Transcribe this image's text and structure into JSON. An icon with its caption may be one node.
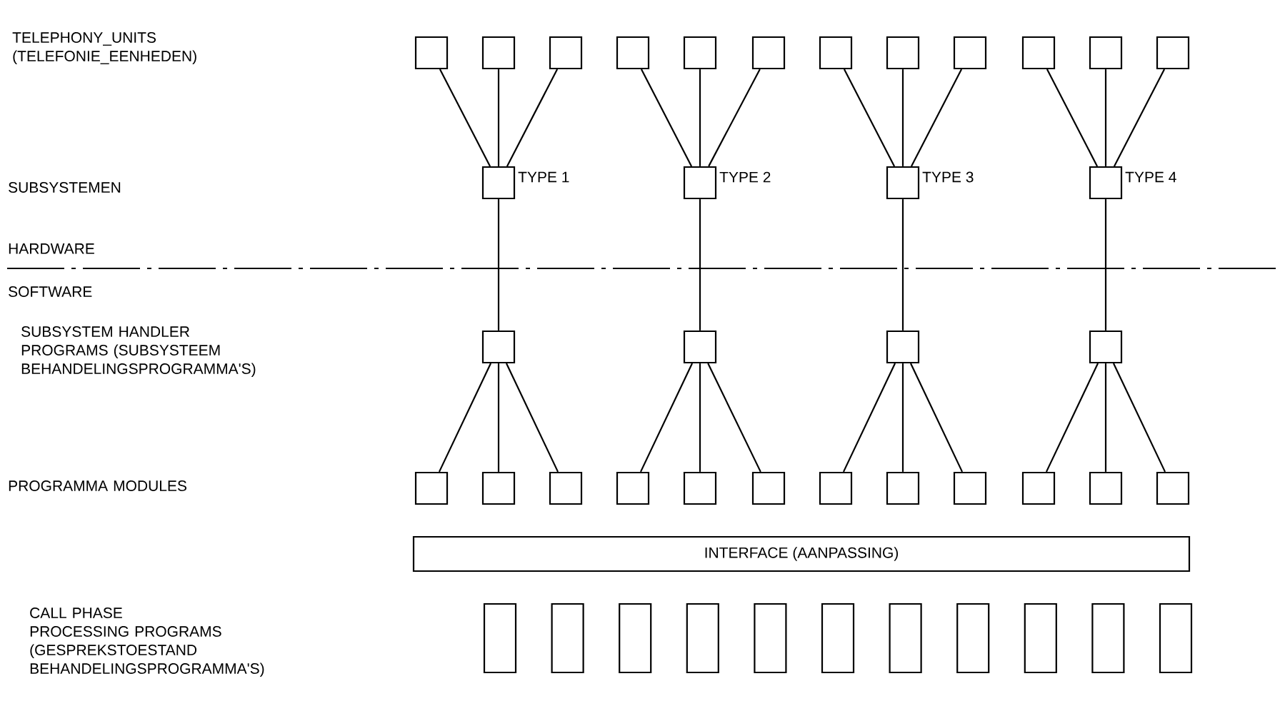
{
  "diagram": {
    "nodes": [
      {
        "text": [],
        "shape": "box"
      },
      {
        "text": [],
        "shape": "box"
      },
      {
        "text": [],
        "shape": "box"
      },
      {
        "text": [],
        "shape": "box"
      },
      {
        "text": [],
        "shape": "box"
      },
      {
        "text": [],
        "shape": "box"
      },
      {
        "text": [],
        "shape": "box"
      },
      {
        "text": [],
        "shape": "box"
      },
      {
        "text": [],
        "shape": "box"
      },
      {
        "text": [],
        "shape": "box"
      },
      {
        "text": [],
        "shape": "box"
      },
      {
        "text": [],
        "shape": "box"
      },
      {
        "text": [],
        "shape": "box",
        "beside": [
          "TYPE 1"
        ]
      },
      {
        "text": [],
        "shape": "box",
        "beside": [
          "TYPE 2"
        ]
      },
      {
        "text": [],
        "shape": "box",
        "beside": [
          "TYPE 3"
        ]
      },
      {
        "text": [],
        "shape": "box",
        "beside": [
          "TYPE 4"
        ]
      },
      {
        "text": [],
        "shape": "box"
      },
      {
        "text": [],
        "shape": "box"
      },
      {
        "text": [],
        "shape": "box"
      },
      {
        "text": [],
        "shape": "box"
      },
      {
        "text": [],
        "shape": "box"
      },
      {
        "text": [],
        "shape": "box"
      },
      {
        "text": [],
        "shape": "box"
      },
      {
        "text": [],
        "shape": "box"
      },
      {
        "text": [],
        "shape": "box"
      },
      {
        "text": [],
        "shape": "box"
      },
      {
        "text": [],
        "shape": "box"
      },
      {
        "text": [],
        "shape": "box"
      },
      {
        "text": [],
        "shape": "box"
      },
      {
        "text": [],
        "shape": "box"
      },
      {
        "text": [],
        "shape": "box"
      },
      {
        "text": [],
        "shape": "box"
      },
      {
        "text": [
          "INTERFACE (AANPASSING)"
        ]
      },
      {
        "text": [],
        "shape": "bar"
      },
      {
        "text": [],
        "shape": "bar"
      },
      {
        "text": [],
        "shape": "bar"
      },
      {
        "text": [],
        "shape": "bar"
      },
      {
        "text": [],
        "shape": "bar"
      },
      {
        "text": [],
        "shape": "bar"
      },
      {
        "text": [],
        "shape": "bar"
      },
      {
        "text": [],
        "shape": "bar"
      },
      {
        "text": [],
        "shape": "bar"
      },
      {
        "text": [],
        "shape": "bar"
      },
      {
        "text": [],
        "shape": "bar"
      }
    ],
    "edges": [
      {
        "from": 0,
        "to": 12,
        "arrow": "none"
      },
      {
        "from": 1,
        "to": 12,
        "arrow": "none"
      },
      {
        "from": 2,
        "to": 12,
        "arrow": "none"
      },
      {
        "from": 3,
        "to": 13,
        "arrow": "none"
      },
      {
        "from": 4,
        "to": 13,
        "arrow": "none"
      },
      {
        "from": 5,
        "to": 13,
        "arrow": "none"
      },
      {
        "from": 6,
        "to": 14,
        "arrow": "none"
      },
      {
        "from": 7,
        "to": 14,
        "arrow": "none"
      },
      {
        "from": 8,
        "to": 14,
        "arrow": "none"
      },
      {
        "from": 9,
        "to": 15,
        "arrow": "none"
      },
      {
        "from": 10,
        "to": 15,
        "arrow": "none"
      },
      {
        "from": 11,
        "to": 15,
        "arrow": "none"
      },
      {
        "from": 12,
        "to": 16,
        "arrow": "none"
      },
      {
        "from": 13,
        "to": 17,
        "arrow": "none"
      },
      {
        "from": 14,
        "to": 18,
        "arrow": "none"
      },
      {
        "from": 15,
        "to": 19,
        "arrow": "none"
      },
      {
        "from": 16,
        "to": 20,
        "arrow": "none"
      },
      {
        "from": 16,
        "to": 21,
        "arrow": "none"
      },
      {
        "from": 16,
        "to": 22,
        "arrow": "none"
      },
      {
        "from": 17,
        "to": 23,
        "arrow": "none"
      },
      {
        "from": 17,
        "to": 24,
        "arrow": "none"
      },
      {
        "from": 17,
        "to": 25,
        "arrow": "none"
      },
      {
        "from": 18,
        "to": 26,
        "arrow": "none"
      },
      {
        "from": 18,
        "to": 27,
        "arrow": "none"
      },
      {
        "from": 18,
        "to": 28,
        "arrow": "none"
      },
      {
        "from": 19,
        "to": 29,
        "arrow": "none"
      },
      {
        "from": 19,
        "to": 30,
        "arrow": "none"
      },
      {
        "from": 19,
        "to": 31,
        "arrow": "none"
      }
    ],
    "labels": [
      "TELEPHONY_UNITS (TELEFONIE_EENHEDEN)",
      "SUBSYSTEMEN",
      "HARDWARE",
      "SOFTWARE",
      "SUBSYSTEM HANDLER PROGRAMS (SUBSYSTEEM BEHANDELINGSPROGRAMMA'S)",
      "PROGRAMMA MODULES",
      "CALL PHASE PROCESSING PROGRAMS (GESPREKSTOESTAND BEHANDELINGSPROGRAMMA'S)"
    ]
  }
}
